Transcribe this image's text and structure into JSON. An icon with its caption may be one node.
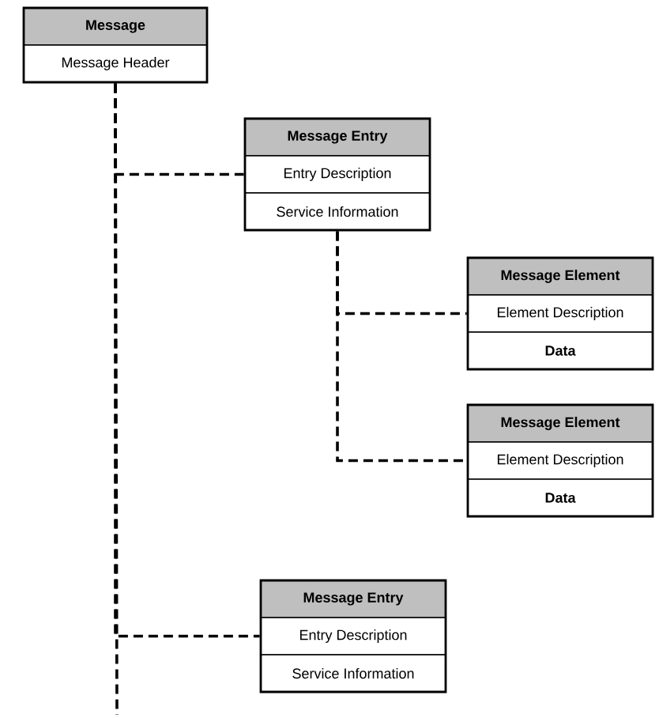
{
  "diagram": {
    "nodes": [
      {
        "text": [
          "Message",
          "Message Header"
        ]
      },
      {
        "text": [
          "Message Entry",
          "Entry Description",
          "Service Information"
        ]
      },
      {
        "text": [
          "Message Element",
          "Element Description",
          "Data"
        ]
      },
      {
        "text": [
          "Message Element",
          "Element Description",
          "Data"
        ]
      },
      {
        "text": [
          "Message Entry",
          "Entry Description",
          "Service Information"
        ]
      }
    ],
    "edges": [
      {
        "from": 0,
        "to": 1,
        "arrow": "none",
        "style": "dashed"
      },
      {
        "from": 1,
        "to": 2,
        "arrow": "none",
        "style": "dashed"
      },
      {
        "from": 1,
        "to": 3,
        "arrow": "none",
        "style": "dashed"
      },
      {
        "from": 0,
        "to": 4,
        "arrow": "none",
        "style": "dashed"
      },
      {
        "from": 0,
        "to": null,
        "arrow": "none",
        "style": "dashed"
      }
    ]
  }
}
